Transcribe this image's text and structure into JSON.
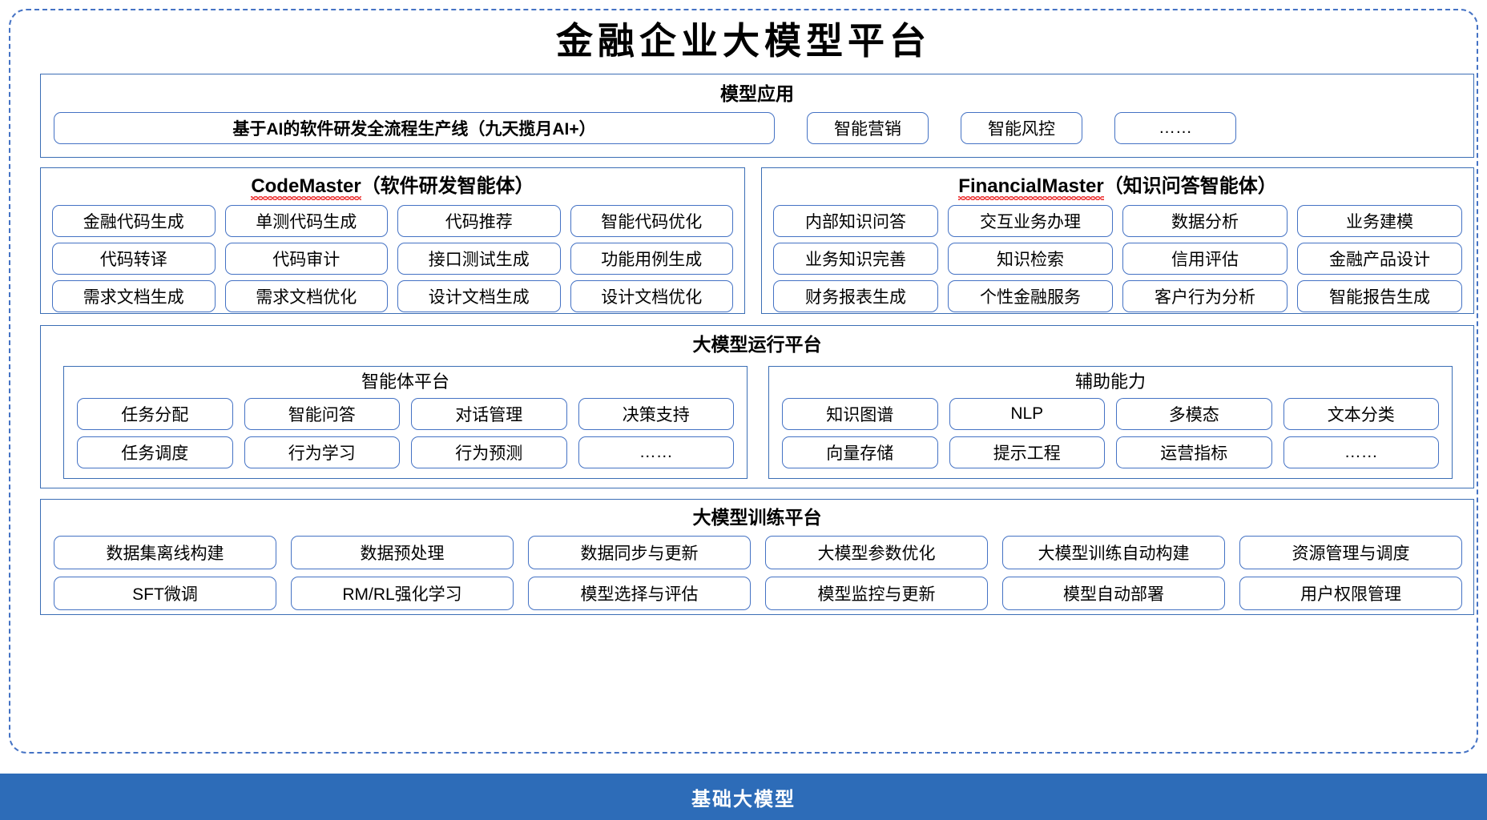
{
  "title": "金融企业大模型平台",
  "colors": {
    "frame_border": "#4472C4",
    "panel_border": "#3B6EB5",
    "chip_border": "#4472C4",
    "base_bar_bg": "#2D6CB8",
    "base_bar_text": "#FFFFFF",
    "spellcheck_squiggle": "#EE3333"
  },
  "model_application": {
    "title": "模型应用",
    "primary_item": "基于AI的软件研发全流程生产线（九天揽月AI+）",
    "items": [
      "智能营销",
      "智能风控",
      "……"
    ]
  },
  "code_master": {
    "title_en": "CodeMaster",
    "title_cn": "（软件研发智能体）",
    "rows": [
      [
        "金融代码生成",
        "单测代码生成",
        "代码推荐",
        "智能代码优化"
      ],
      [
        "代码转译",
        "代码审计",
        "接口测试生成",
        "功能用例生成"
      ],
      [
        "需求文档生成",
        "需求文档优化",
        "设计文档生成",
        "设计文档优化"
      ]
    ]
  },
  "financial_master": {
    "title_en": "FinancialMaster",
    "title_cn": "（知识问答智能体）",
    "rows": [
      [
        "内部知识问答",
        "交互业务办理",
        "数据分析",
        "业务建模"
      ],
      [
        "业务知识完善",
        "知识检索",
        "信用评估",
        "金融产品设计"
      ],
      [
        "财务报表生成",
        "个性金融服务",
        "客户行为分析",
        "智能报告生成"
      ]
    ]
  },
  "run_platform": {
    "title": "大模型运行平台",
    "agent_platform": {
      "title": "智能体平台",
      "rows": [
        [
          "任务分配",
          "智能问答",
          "对话管理",
          "决策支持"
        ],
        [
          "任务调度",
          "行为学习",
          "行为预测",
          "……"
        ]
      ]
    },
    "auxiliary": {
      "title": "辅助能力",
      "rows": [
        [
          "知识图谱",
          "NLP",
          "多模态",
          "文本分类"
        ],
        [
          "向量存储",
          "提示工程",
          "运营指标",
          "……"
        ]
      ]
    }
  },
  "train_platform": {
    "title": "大模型训练平台",
    "rows": [
      [
        "数据集离线构建",
        "数据预处理",
        "数据同步与更新",
        "大模型参数优化",
        "大模型训练自动构建",
        "资源管理与调度"
      ],
      [
        "SFT微调",
        "RM/RL强化学习",
        "模型选择与评估",
        "模型监控与更新",
        "模型自动部署",
        "用户权限管理"
      ]
    ]
  },
  "base_model": {
    "label": "基础大模型"
  }
}
